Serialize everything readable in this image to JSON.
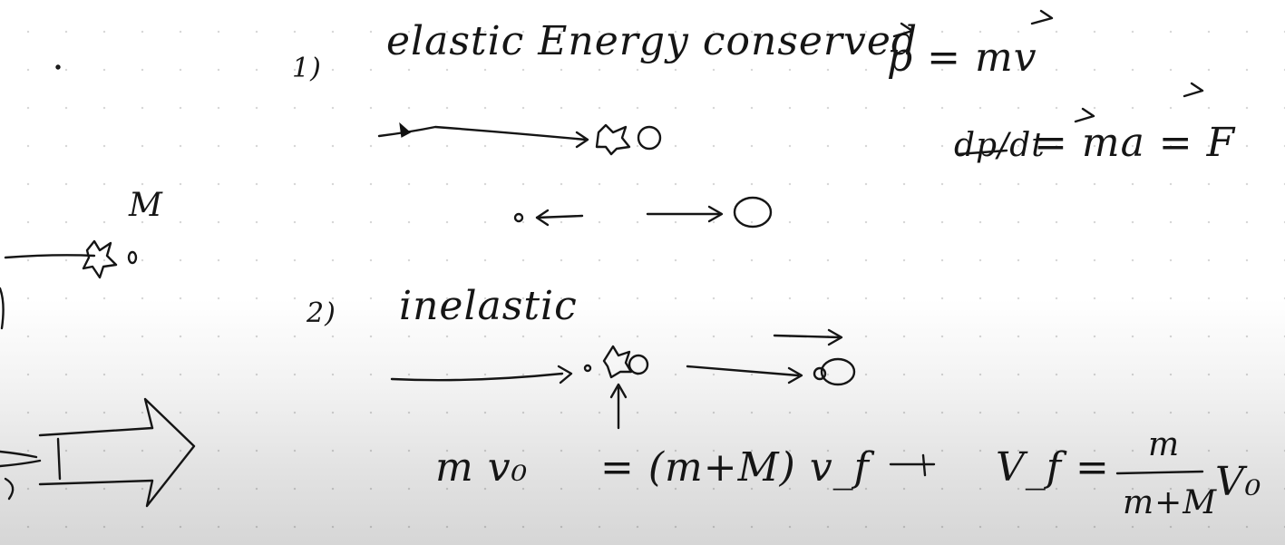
{
  "whiteboard": {
    "left_mass_label": "M",
    "item1": {
      "number": "1)",
      "heading": "elastic  Energy conserved",
      "momentum_def": "p = mv",
      "force_lhs": "dp/dt",
      "force_rhs": "= ma = F"
    },
    "item2": {
      "number": "2)",
      "heading": "inelastic",
      "equation_lhs": "m v₀",
      "equation_rhs": "= (m+M) v_f",
      "result_lhs": "V_f =",
      "result_num": "m",
      "result_den": "m+M",
      "result_tail": "V₀"
    }
  }
}
